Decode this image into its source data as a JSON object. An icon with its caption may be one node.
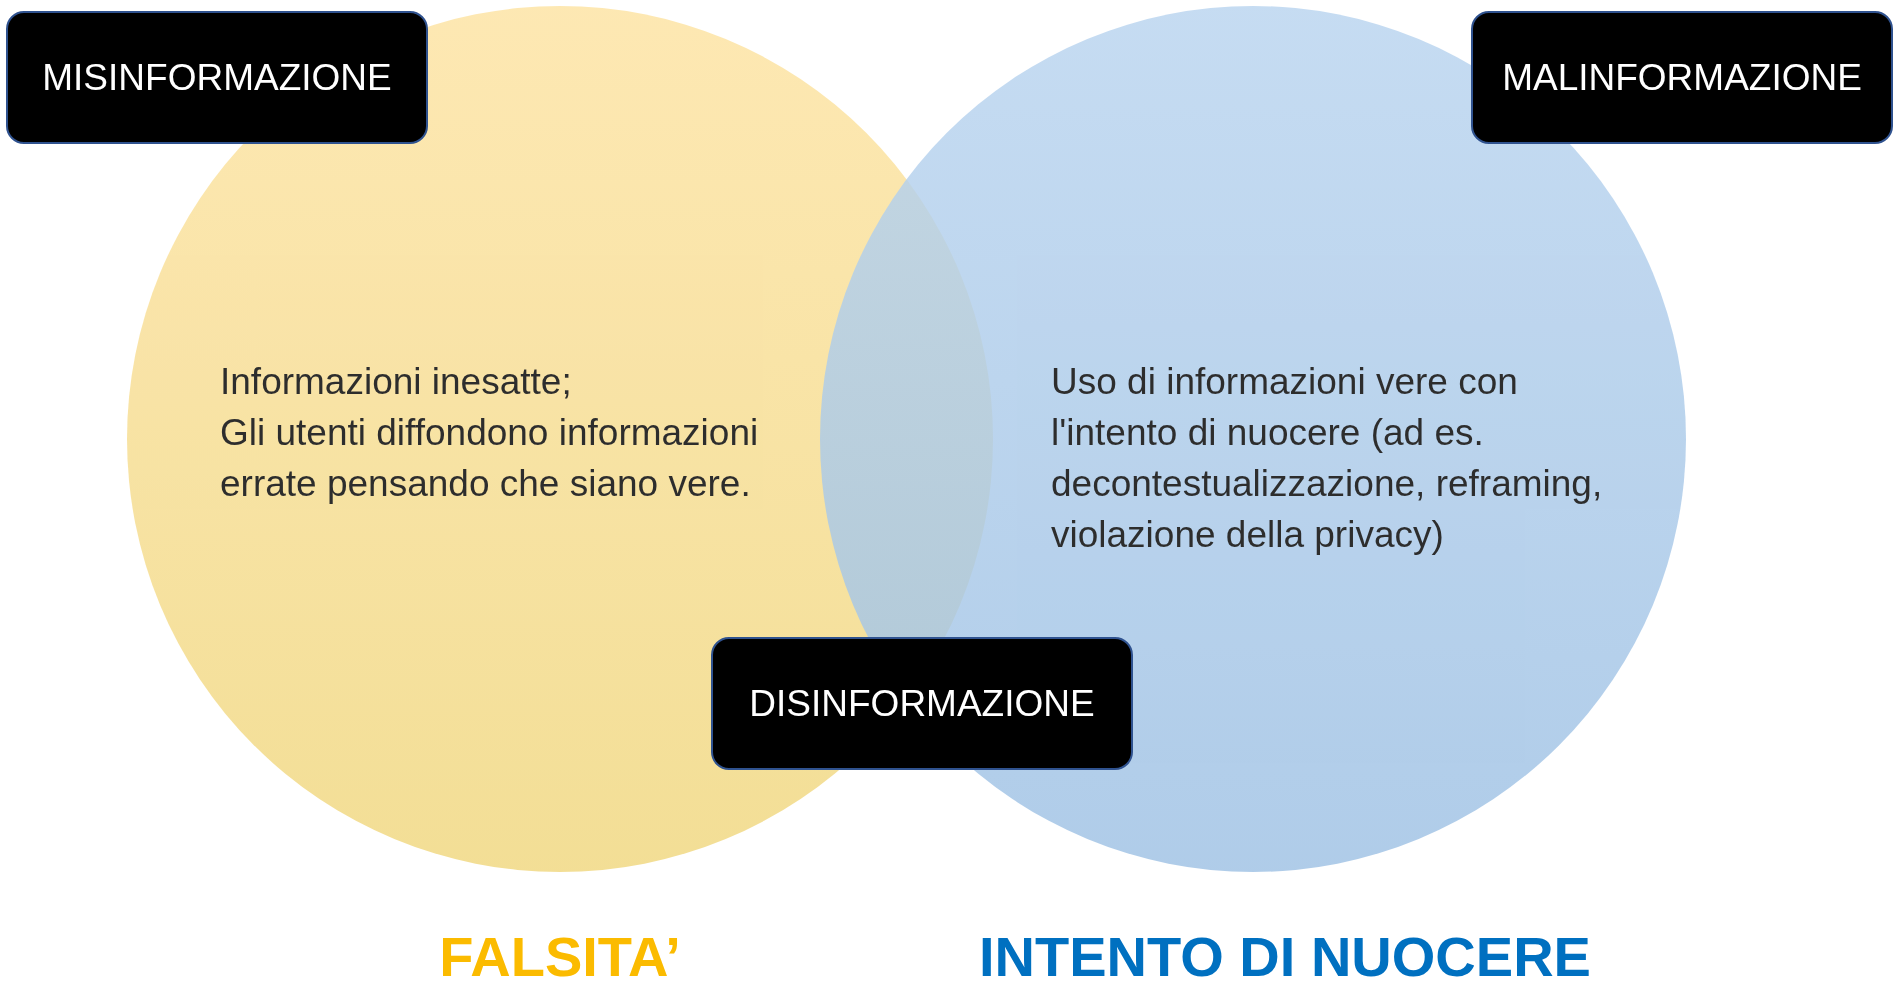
{
  "diagram": {
    "nodes": [
      {
        "text": [
          "MISINFORMAZIONE"
        ]
      },
      {
        "text": [
          "MALINFORMAZIONE"
        ]
      },
      {
        "text": [
          "Informazioni inesatte;",
          "Gli utenti diffondono informazioni errate pensando che siano vere."
        ]
      },
      {
        "text": [
          "Uso di informazioni vere con l'intento di nuocere (ad es. decontestualizzazione, reframing, violazione della privacy)"
        ]
      },
      {
        "text": [
          "DISINFORMAZIONE"
        ]
      }
    ],
    "labels": [
      "FALSITA’",
      "INTENTO DI NUOCERE"
    ]
  }
}
